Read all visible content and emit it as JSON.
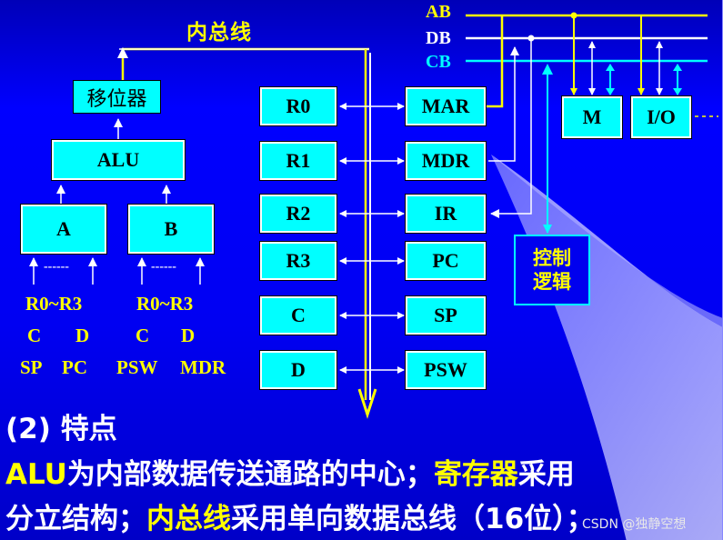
{
  "colors": {
    "background": "#0000ff",
    "box_fill": "#00ffff",
    "box_text": "#000000",
    "highlight": "#ffff00",
    "bus_white": "#ffffff",
    "bus_cyan": "#00ffff",
    "bus_yellow": "#ffff00"
  },
  "internal_bus": {
    "title": "内总线"
  },
  "system_bus": {
    "ab": "AB",
    "db": "DB",
    "cb": "CB"
  },
  "left_unit": {
    "shifter": "移位器",
    "alu": "ALU",
    "reg_a": "A",
    "reg_b": "B",
    "dashes": "------",
    "a_sources": [
      "R0~R3",
      "C",
      "D",
      "SP",
      "PC"
    ],
    "b_sources": [
      "R0~R3",
      "C",
      "D",
      "PSW",
      "MDR"
    ]
  },
  "general_registers": [
    "R0",
    "R1",
    "R2",
    "R3",
    "C",
    "D"
  ],
  "special_registers": [
    "MAR",
    "MDR",
    "IR",
    "PC",
    "SP",
    "PSW"
  ],
  "memory": "M",
  "io": "I/O",
  "control_logic": {
    "line1": "控制",
    "line2": "逻辑"
  },
  "footer": {
    "heading": "(2) 特点",
    "line1_parts": [
      "ALU",
      "为内部数据传送通路的中心；",
      "寄存器",
      "采用"
    ],
    "line2_parts": [
      "分立结构；",
      "内总线",
      "采用单向数据总线（16位）；"
    ]
  },
  "watermark": "CSDN @独静空想"
}
